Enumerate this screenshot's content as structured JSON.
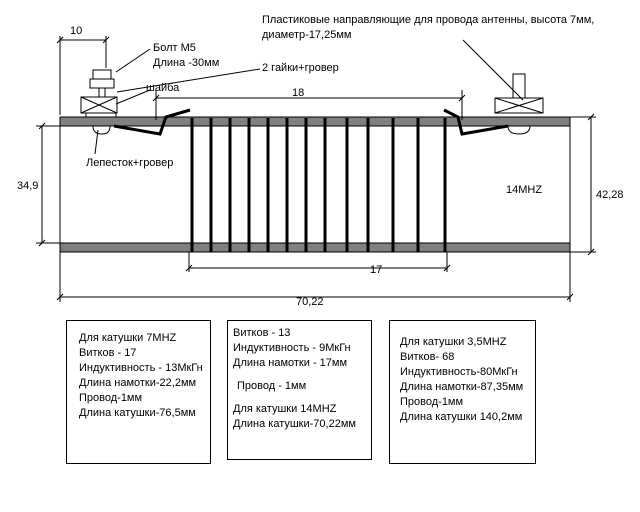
{
  "guides_note": {
    "line1": "Пластиковые направляющие для провода антенны, высота 7мм,",
    "line2": "диаметр-17,25мм"
  },
  "dimensions": {
    "bolt_offset": "10",
    "winding_top": "18",
    "winding_bottom": "17",
    "total_length": "70,22",
    "left_height": "34,9",
    "right_height": "42,28"
  },
  "parts": {
    "bolt": "Болт М5",
    "bolt_length": "Длина -30мм",
    "nuts": "2 гайки+гровер",
    "washer": "шайба",
    "lug": "Лепесток+гровер"
  },
  "band_label": "14MHZ",
  "boxes": {
    "coil_7mhz": [
      "Для катушки 7MHZ",
      "Витков - 17",
      "Индуктивность - 13МкГн",
      "Длина намотки-22,2мм",
      "Провод-1мм",
      "Длина катушки-76,5мм"
    ],
    "coil_14mhz": [
      "Витков - 13",
      "Индуктивность - 9МкГн",
      "Длина намотки - 17мм",
      "Провод - 1мм",
      "Для катушки 14MHZ",
      "Длина катушки-70,22мм"
    ],
    "coil_3_5mhz": [
      "Для катушки 3,5MHZ",
      "Витков- 68",
      "Индуктивность-80МкГн",
      "Длина намотки-87,35мм",
      "Провод-1мм",
      "Длина катушки 140,2мм"
    ]
  }
}
